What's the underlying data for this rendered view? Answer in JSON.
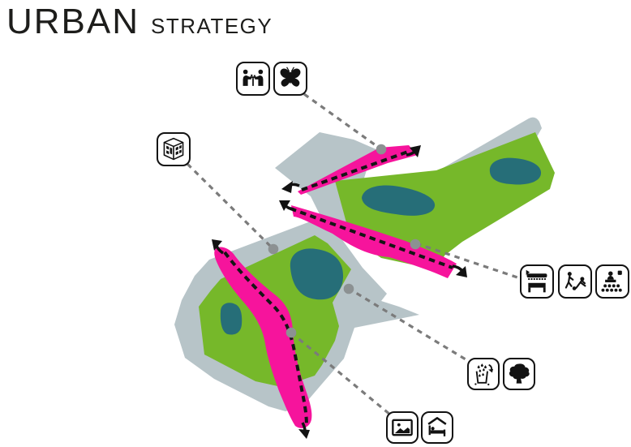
{
  "title": {
    "main": "URBAN",
    "sub": "STRATEGY"
  },
  "colors": {
    "site_gray": "#b7c4c8",
    "park_green": "#76b82a",
    "water_teal": "#266e78",
    "corridor_pink": "#f6149c",
    "ink_black": "#151515",
    "connector_gray": "#7b7b7b",
    "node_dot_gray": "#8c9192"
  },
  "icons": [
    {
      "name": "meeting-tables"
    },
    {
      "name": "butterfly"
    },
    {
      "name": "housing-block"
    },
    {
      "name": "market-stall"
    },
    {
      "name": "sports-soccer"
    },
    {
      "name": "event-speaker-audience"
    },
    {
      "name": "rainwater-collection"
    },
    {
      "name": "mature-tree"
    },
    {
      "name": "scenic-picture"
    },
    {
      "name": "overnight-stay"
    }
  ],
  "map": {
    "corridor_count": 3,
    "pond_count": 4,
    "node_count": 5
  }
}
